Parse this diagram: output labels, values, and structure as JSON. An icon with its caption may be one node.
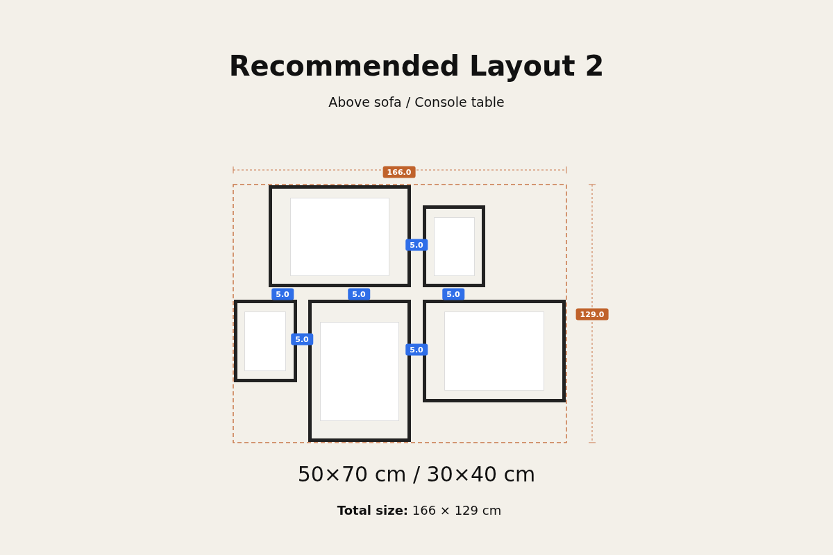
{
  "diagram": {
    "title": "Recommended Layout 2",
    "nodes": [
      {
        "text": [],
        "shape": "box"
      },
      {
        "text": [],
        "shape": "box"
      },
      {
        "text": [],
        "shape": "box"
      },
      {
        "text": [],
        "shape": "box"
      },
      {
        "text": [],
        "shape": "box"
      }
    ],
    "labels": [
      "Above sofa / Console table",
      "166.0",
      "5.0",
      "5.0",
      "5.0",
      "5.0",
      "129.0",
      "5.0",
      "5.0",
      "50×70 cm /  30×40 cm",
      "**Total size:** 166 × 129 cm"
    ]
  }
}
